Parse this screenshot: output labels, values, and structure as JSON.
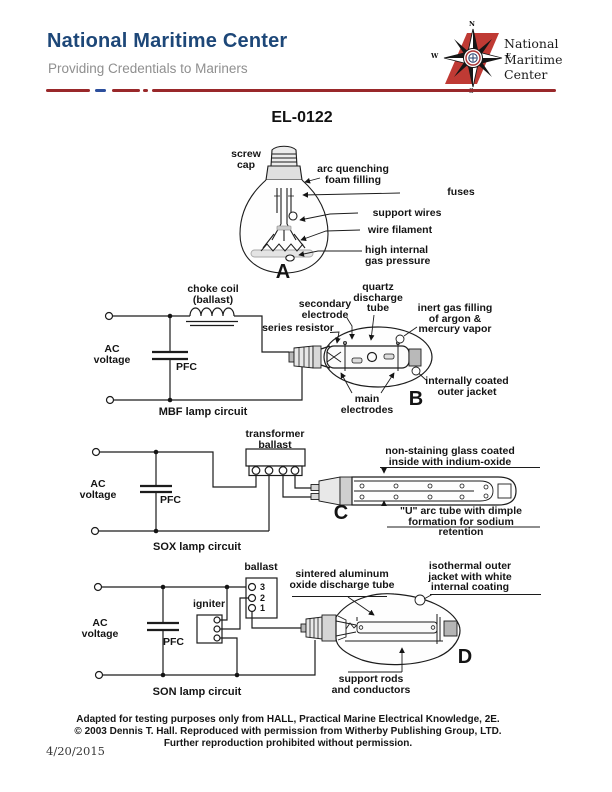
{
  "header": {
    "org_name": "National Maritime Center",
    "tagline": "Providing Credentials to Mariners",
    "logo": {
      "text_lines": "National\nMaritime\nCenter",
      "n": "N",
      "s": "S",
      "e": "E",
      "w": "W"
    },
    "accent_red": "#99282a",
    "accent_blue": "#2c4e9c",
    "title_blue": "#1d4778"
  },
  "exhibit": {
    "title": "EL-0122"
  },
  "diagram_a": {
    "labels": {
      "screw_cap": "screw\ncap",
      "arc_quenching": "arc quenching\nfoam filling",
      "fuses": "fuses",
      "support_wires": "support wires",
      "wire_filament": "wire filament",
      "high_internal": "high internal\ngas pressure",
      "letter": "A"
    }
  },
  "diagram_b": {
    "circuit": {
      "choke_coil": "choke coil\n(ballast)",
      "ac_voltage": "AC\nvoltage",
      "pfc": "PFC",
      "caption": "MBF lamp circuit"
    },
    "labels": {
      "secondary_electrode": "secondary\nelectrode",
      "series_resistor": "series resistor",
      "quartz_tube": "quartz\ndischarge\ntube",
      "inert_gas": "inert gas filling\nof argon &\nmercury vapor",
      "internally_coated": "internally coated\nouter jacket",
      "main_electrodes": "main\nelectrodes",
      "letter": "B"
    }
  },
  "diagram_c": {
    "circuit": {
      "transformer_ballast": "transformer\nballast",
      "ac_voltage": "AC\nvoltage",
      "pfc": "PFC",
      "caption": "SOX lamp circuit"
    },
    "labels": {
      "non_staining": "non-staining glass coated\ninside with indium-oxide",
      "u_arc_tube": "\"U\" arc tube with dimple\nformation for sodium retention",
      "letter": "C"
    }
  },
  "diagram_d": {
    "circuit": {
      "ballast": "ballast",
      "igniter": "igniter",
      "ac_voltage": "AC\nvoltage",
      "pfc": "PFC",
      "caption": "SON lamp circuit",
      "terminal_3": "3",
      "terminal_2": "2",
      "terminal_1": "1"
    },
    "labels": {
      "sintered": "sintered aluminum\noxide discharge tube",
      "isothermal": "isothermal outer\njacket with white\ninternal coating",
      "support_rods": "support rods\nand conductors",
      "letter": "D"
    }
  },
  "footer": {
    "line1": "Adapted for testing purposes only from HALL, Practical Marine Electrical Knowledge, 2E.",
    "line2": "© 2003 Dennis T. Hall. Reproduced with permission from Witherby Publishing Group, LTD.",
    "line3": "Further reproduction prohibited without permission.",
    "date": "4/20/2015"
  }
}
